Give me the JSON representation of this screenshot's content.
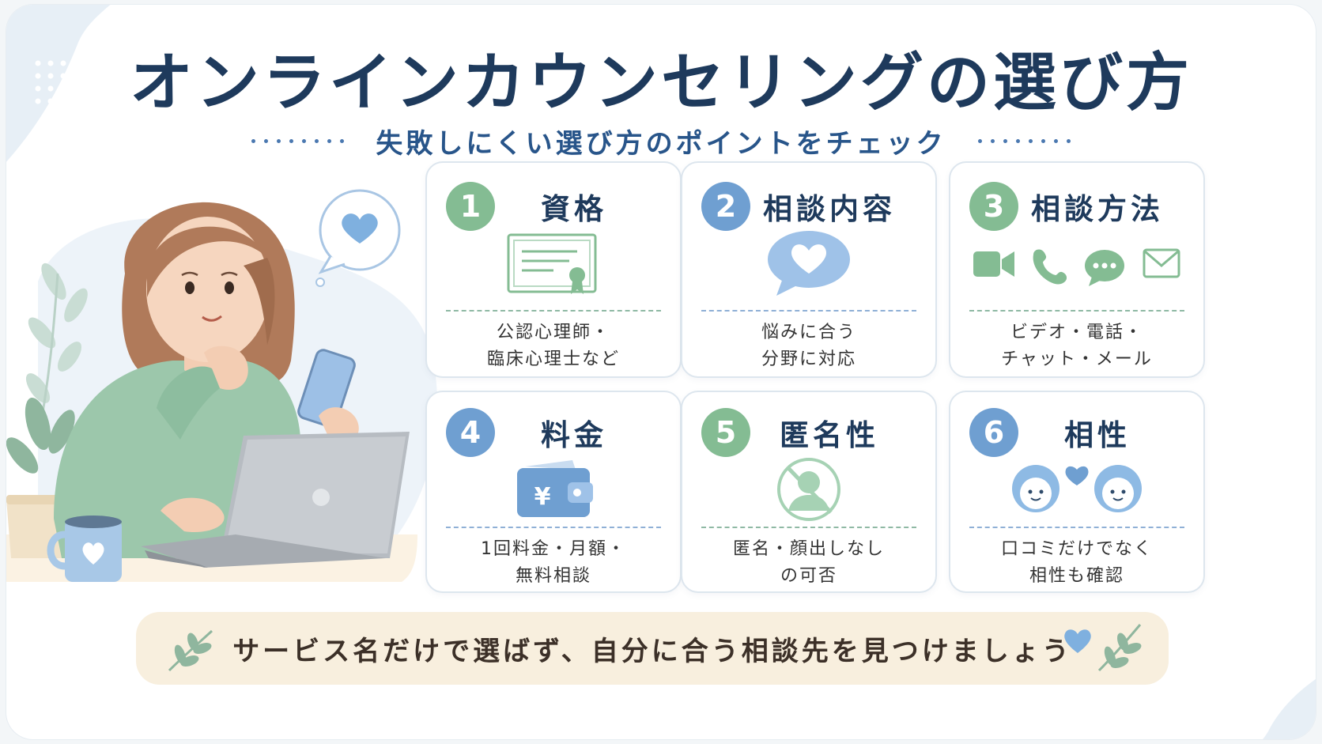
{
  "title": "オンラインカウンセリングの選び方",
  "subtitle": "失敗しにくい選び方のポイントをチェック",
  "colors": {
    "navy": "#1e3a5c",
    "green": "#84bc93",
    "blue": "#6f9fd1",
    "banner_bg": "#f8efde"
  },
  "cards": [
    {
      "number": "1",
      "title": "資格",
      "icon": "certificate-icon",
      "desc_line1": "公認心理師・",
      "desc_line2": "臨床心理士など"
    },
    {
      "number": "2",
      "title": "相談内容",
      "icon": "heart-speech-bubble-icon",
      "desc_line1": "悩みに合う",
      "desc_line2": "分野に対応"
    },
    {
      "number": "3",
      "title": "相談方法",
      "icons": [
        "video-camera-icon",
        "phone-icon",
        "chat-bubble-icon",
        "mail-icon"
      ],
      "desc_line1": "ビデオ・電話・",
      "desc_line2": "チャット・メール"
    },
    {
      "number": "4",
      "title": "料金",
      "icon": "yen-wallet-icon",
      "desc_line1": "1回料金・月額・",
      "desc_line2": "無料相談"
    },
    {
      "number": "5",
      "title": "匿名性",
      "icon": "anonymous-person-icon",
      "desc_line1": "匿名・顔出しなし",
      "desc_line2": "の可否"
    },
    {
      "number": "6",
      "title": "相性",
      "icon": "two-faces-heart-icon",
      "desc_line1": "口コミだけでなく",
      "desc_line2": "相性も確認"
    }
  ],
  "banner": {
    "text": "サービス名だけで選ばず、自分に合う相談先を見つけましょう"
  },
  "illustration": {
    "icon": "woman-with-phone-and-laptop-illustration"
  }
}
